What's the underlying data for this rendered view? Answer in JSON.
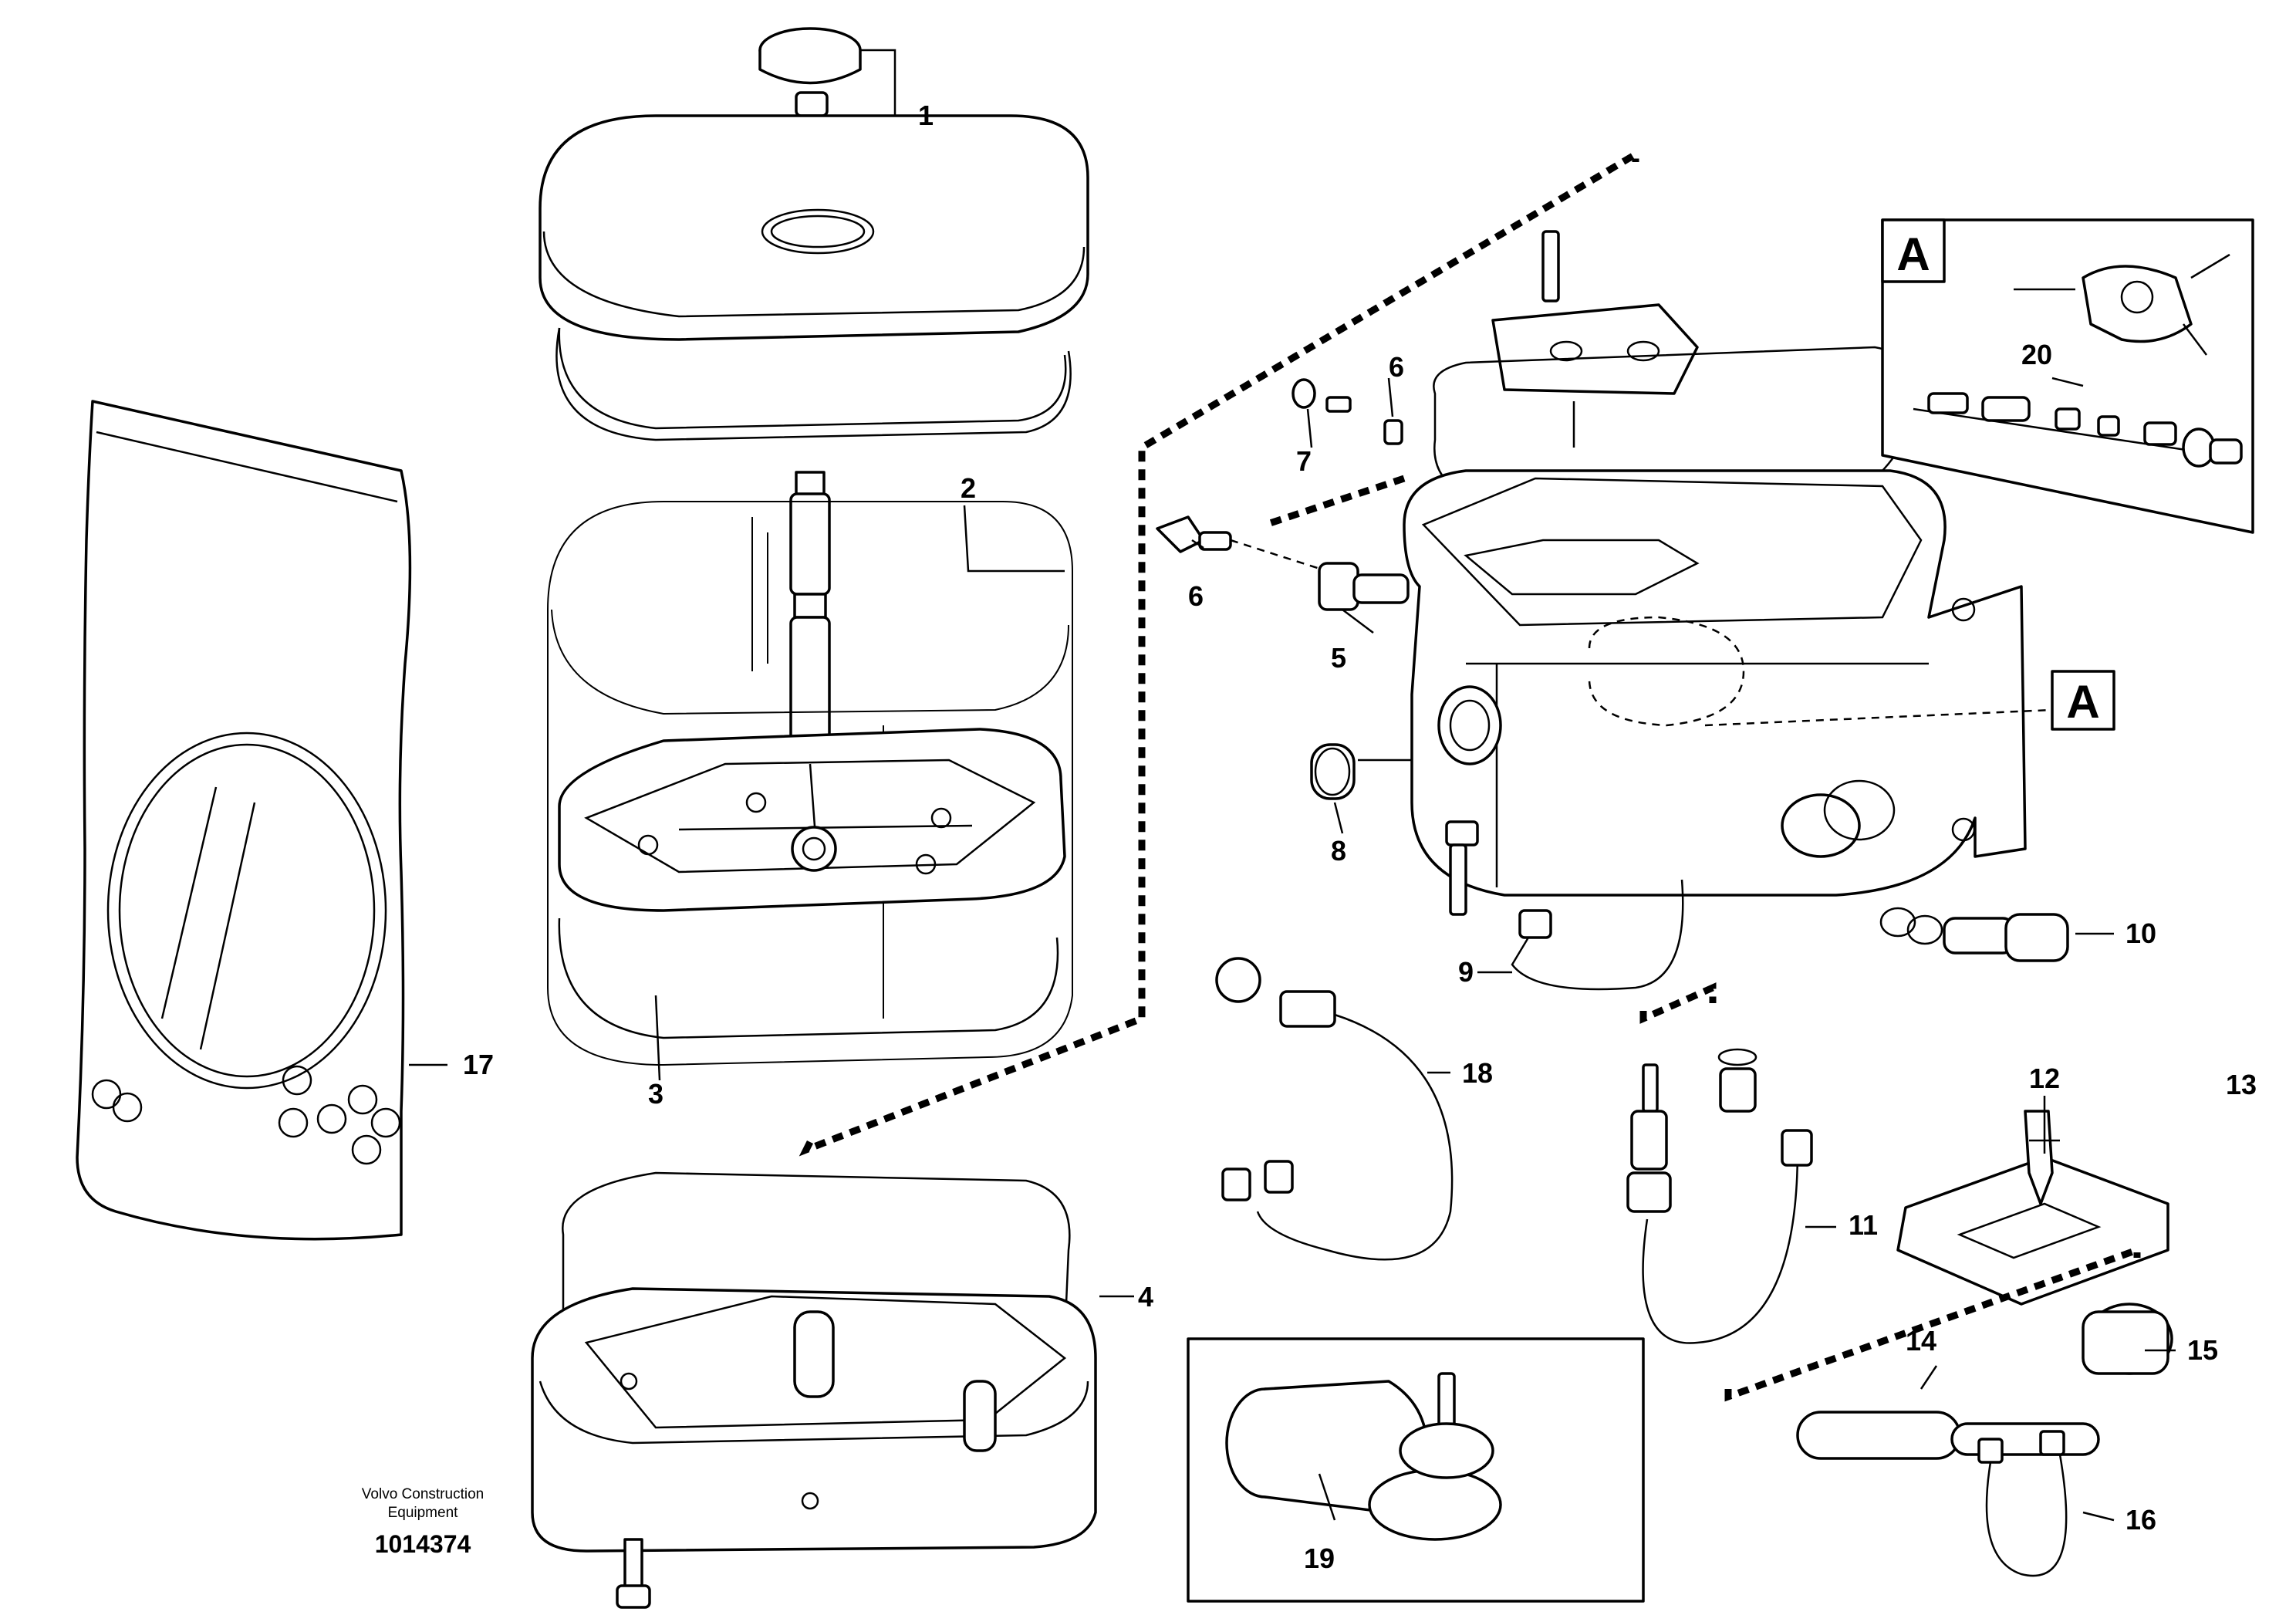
{
  "part_labels": {
    "p1": "1",
    "p2": "2",
    "p3": "3",
    "p4": "4",
    "p5": "5",
    "p6a": "6",
    "p6b": "6",
    "p7": "7",
    "p8": "8",
    "p9": "9",
    "p10": "10",
    "p11": "11",
    "p12": "12",
    "p13": "13",
    "p14": "14",
    "p15": "15",
    "p16": "16",
    "p17": "17",
    "p18": "18",
    "p19": "19",
    "p20": "20"
  },
  "detail_callout": {
    "inset_label": "A",
    "view_marker": "A"
  },
  "footer": {
    "company_line1": "Volvo Construction",
    "company_line2": "Equipment",
    "drawing_number": "1014374"
  }
}
